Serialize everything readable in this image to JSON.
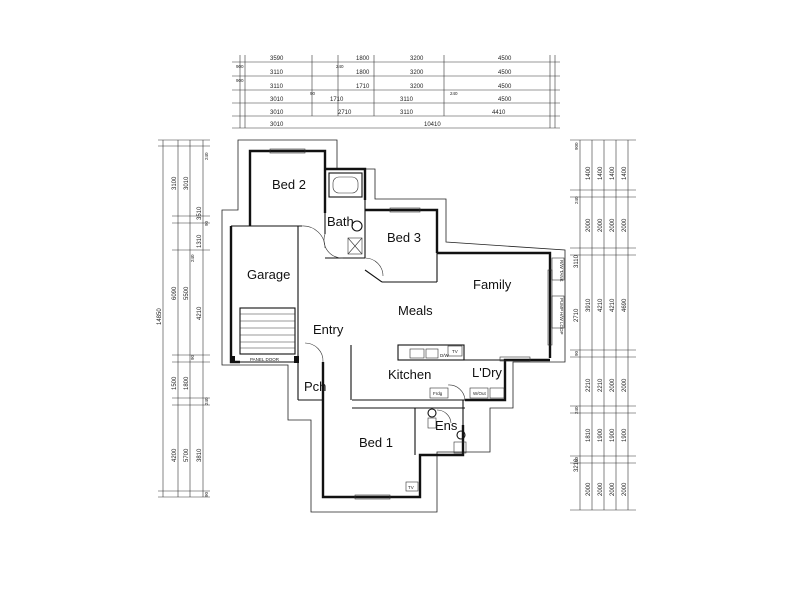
{
  "rooms": {
    "bed2": "Bed 2",
    "bath": "Bath",
    "bed3": "Bed 3",
    "garage": "Garage",
    "family": "Family",
    "meals": "Meals",
    "entry": "Entry",
    "kitchen": "Kitchen",
    "ldry": "L'Dry",
    "pch": "Pch",
    "ens": "Ens",
    "bed1": "Bed 1"
  },
  "fixtures": {
    "panel_door": "PANEL DOOR",
    "dw": "D/W",
    "frdg": "Frdg",
    "wout": "W/Out",
    "tv1": "TV",
    "tv2": "TV",
    "tank": "R/W TANK",
    "pump": "PUMP",
    "hws": "H/W",
    "loop": "LOOP"
  },
  "top_dimensions": [
    [
      "3590",
      "1800",
      "3200",
      "4500"
    ],
    [
      "3110",
      "1800",
      "3200",
      "4500"
    ],
    [
      "3110",
      "1710",
      "3200",
      "4500"
    ],
    [
      "3010",
      "1710",
      "3110",
      "4500"
    ],
    [
      "3010",
      "2710",
      "3110",
      "4410"
    ],
    [
      "3010",
      "10410"
    ]
  ],
  "top_small": [
    "900",
    "240",
    "90",
    "240",
    "900"
  ],
  "left_dimensions": {
    "overall": "14850",
    "c2": [
      "3100",
      "6090",
      "1500",
      "4200"
    ],
    "c3": [
      "3010",
      "5500",
      "1800",
      "5700"
    ],
    "c4": [
      "3510",
      "1310",
      "4210",
      "3810"
    ],
    "small": [
      "240",
      "90",
      "240",
      "90",
      "240",
      "90"
    ]
  },
  "right_dimensions": {
    "c1": [
      "1400",
      "2000",
      "3910",
      "2210",
      "1810",
      "2000"
    ],
    "c2": [
      "1400",
      "2000",
      "4210",
      "2210",
      "1900",
      "2000"
    ],
    "c3": [
      "1400",
      "2000",
      "4210",
      "2000",
      "1900",
      "2000"
    ],
    "c4": [
      "1400",
      "2000",
      "4690",
      "2000",
      "1900",
      "2000"
    ],
    "c0": [
      "3110",
      "2710",
      "3210"
    ],
    "small": [
      "900",
      "240",
      "90",
      "240",
      "90"
    ]
  }
}
